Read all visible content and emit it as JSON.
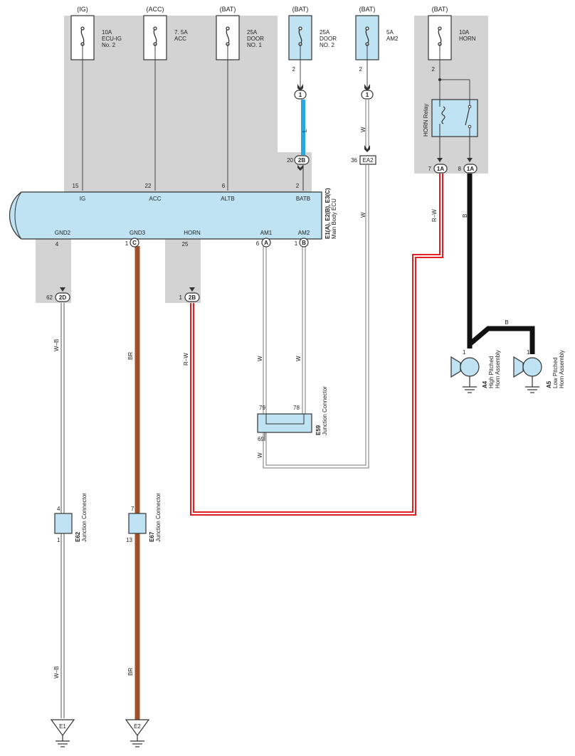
{
  "fuses": [
    {
      "source": "(IG)",
      "rating": "10A",
      "name_lines": [
        "ECU-IG",
        "No. 2"
      ],
      "pin": ""
    },
    {
      "source": "(ACC)",
      "rating": "7. 5A",
      "name_lines": [
        "ACC"
      ],
      "pin": ""
    },
    {
      "source": "(BAT)",
      "rating": "25A",
      "name_lines": [
        "DOOR",
        "NO. 1"
      ],
      "pin": ""
    },
    {
      "source": "(BAT)",
      "rating": "25A",
      "name_lines": [
        "DOOR",
        "NO. 2"
      ],
      "pin": "2"
    },
    {
      "source": "(BAT)",
      "rating": "5A",
      "name_lines": [
        "AM2"
      ],
      "pin": "2"
    },
    {
      "source": "(BAT)",
      "rating": "10A",
      "name_lines": [
        "HORN"
      ],
      "pin": "2"
    }
  ],
  "ecu": {
    "name": "Main Body ECU",
    "codes": "E1(A), E2(B), E3(C)",
    "top_pins": [
      {
        "label": "IG",
        "pin": "15"
      },
      {
        "label": "ACC",
        "pin": "22"
      },
      {
        "label": "ALTB",
        "pin": "6"
      },
      {
        "label": "BATB",
        "pin": "2"
      }
    ],
    "bottom_pins": [
      {
        "label": "GND2",
        "pin": "4",
        "conn": ""
      },
      {
        "label": "GND3",
        "pin": "1",
        "conn": "C"
      },
      {
        "label": "HORN",
        "pin": "25",
        "conn": ""
      },
      {
        "label": "AM1",
        "pin": "6",
        "conn": "A"
      },
      {
        "label": "AM2",
        "pin": "1",
        "conn": "B"
      }
    ]
  },
  "relay": {
    "name": "HORN Relay",
    "out_pins": [
      "7",
      "8"
    ],
    "conn": "1A"
  },
  "inline_connectors": [
    {
      "pin": "1",
      "conn": "1"
    },
    {
      "pin": "1",
      "conn": "1"
    },
    {
      "pin": "20",
      "conn": "2B"
    },
    {
      "pin": "36",
      "conn": "EA2"
    },
    {
      "pin": "62",
      "conn": "2D"
    },
    {
      "pin": "1",
      "conn": "2B"
    }
  ],
  "wire_labels": {
    "door2": "L",
    "am2_up": "W",
    "am2_down": "W",
    "relay_r": "R–W",
    "relay_b": "B",
    "horn_b": "B",
    "gnd2": "W–B",
    "gnd2_low": "W–B",
    "gnd3": "BR",
    "gnd3_low": "BR",
    "horn": "R–W",
    "am1": "W",
    "am2": "W",
    "am_low": "W"
  },
  "horns": [
    {
      "code": "A4",
      "name_lines": [
        "High Pitched",
        "Horn Assembly"
      ],
      "pin": "1"
    },
    {
      "code": "A5",
      "name_lines": [
        "Low Pitched",
        "Horn Assembly"
      ],
      "pin": "1"
    }
  ],
  "junctions": [
    {
      "code": "E59",
      "name": "Junction Connector",
      "pins": [
        "79",
        "78",
        "69"
      ]
    },
    {
      "code": "E62",
      "name": "Junction Connector",
      "pins": [
        "4",
        "1"
      ]
    },
    {
      "code": "E67",
      "name": "Junction Connector",
      "pins": [
        "7",
        "13"
      ]
    }
  ],
  "grounds": [
    "E1",
    "E2"
  ],
  "colors": {
    "shade": "#d3d3d3",
    "component_fill": "#bfe3f2",
    "wire_red": "#e02020",
    "wire_blue": "#29a8e0",
    "wire_brown": "#a0522d",
    "wire_black": "#111111"
  }
}
